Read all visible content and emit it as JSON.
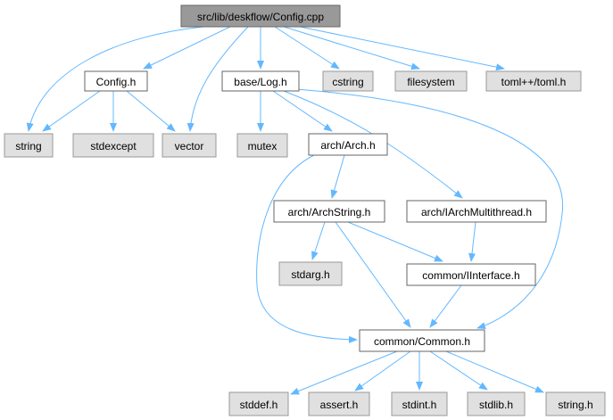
{
  "graph": {
    "root": "src/lib/deskflow/Config.cpp",
    "colors": {
      "edge": "#63b8ff",
      "root_fill": "#999999",
      "root_border": "#666666",
      "header_fill": "#ffffff",
      "header_border": "#666666",
      "system_fill": "#e0e0e0",
      "system_border": "#999999"
    },
    "nodes": {
      "config_cpp": {
        "label": "src/lib/deskflow/Config.cpp",
        "kind": "root"
      },
      "config_h": {
        "label": "Config.h",
        "kind": "header"
      },
      "base_log_h": {
        "label": "base/Log.h",
        "kind": "header"
      },
      "cstring": {
        "label": "cstring",
        "kind": "system"
      },
      "filesystem": {
        "label": "filesystem",
        "kind": "system"
      },
      "toml_h": {
        "label": "toml++/toml.h",
        "kind": "system"
      },
      "string": {
        "label": "string",
        "kind": "system"
      },
      "stdexcept": {
        "label": "stdexcept",
        "kind": "system"
      },
      "vector": {
        "label": "vector",
        "kind": "system"
      },
      "mutex": {
        "label": "mutex",
        "kind": "system"
      },
      "arch_h": {
        "label": "arch/Arch.h",
        "kind": "header"
      },
      "arch_string_h": {
        "label": "arch/ArchString.h",
        "kind": "header"
      },
      "iarch_mt_h": {
        "label": "arch/IArchMultithread.h",
        "kind": "header"
      },
      "stdarg_h": {
        "label": "stdarg.h",
        "kind": "system"
      },
      "iinterface_h": {
        "label": "common/IInterface.h",
        "kind": "header"
      },
      "common_h": {
        "label": "common/Common.h",
        "kind": "header"
      },
      "stddef_h": {
        "label": "stddef.h",
        "kind": "system"
      },
      "assert_h": {
        "label": "assert.h",
        "kind": "system"
      },
      "stdint_h": {
        "label": "stdint.h",
        "kind": "system"
      },
      "stdlib_h": {
        "label": "stdlib.h",
        "kind": "system"
      },
      "string_h": {
        "label": "string.h",
        "kind": "system"
      }
    },
    "edges": [
      [
        "config_cpp",
        "config_h"
      ],
      [
        "config_cpp",
        "base_log_h"
      ],
      [
        "config_cpp",
        "cstring"
      ],
      [
        "config_cpp",
        "filesystem"
      ],
      [
        "config_cpp",
        "toml_h"
      ],
      [
        "config_cpp",
        "string"
      ],
      [
        "config_cpp",
        "vector"
      ],
      [
        "config_h",
        "string"
      ],
      [
        "config_h",
        "stdexcept"
      ],
      [
        "config_h",
        "vector"
      ],
      [
        "base_log_h",
        "mutex"
      ],
      [
        "base_log_h",
        "arch_h"
      ],
      [
        "base_log_h",
        "iarch_mt_h"
      ],
      [
        "base_log_h",
        "common_h"
      ],
      [
        "arch_h",
        "arch_string_h"
      ],
      [
        "arch_h",
        "common_h"
      ],
      [
        "arch_string_h",
        "stdarg_h"
      ],
      [
        "arch_string_h",
        "iinterface_h"
      ],
      [
        "arch_string_h",
        "common_h"
      ],
      [
        "iarch_mt_h",
        "iinterface_h"
      ],
      [
        "iinterface_h",
        "common_h"
      ],
      [
        "common_h",
        "stddef_h"
      ],
      [
        "common_h",
        "assert_h"
      ],
      [
        "common_h",
        "stdint_h"
      ],
      [
        "common_h",
        "stdlib_h"
      ],
      [
        "common_h",
        "string_h"
      ]
    ]
  }
}
